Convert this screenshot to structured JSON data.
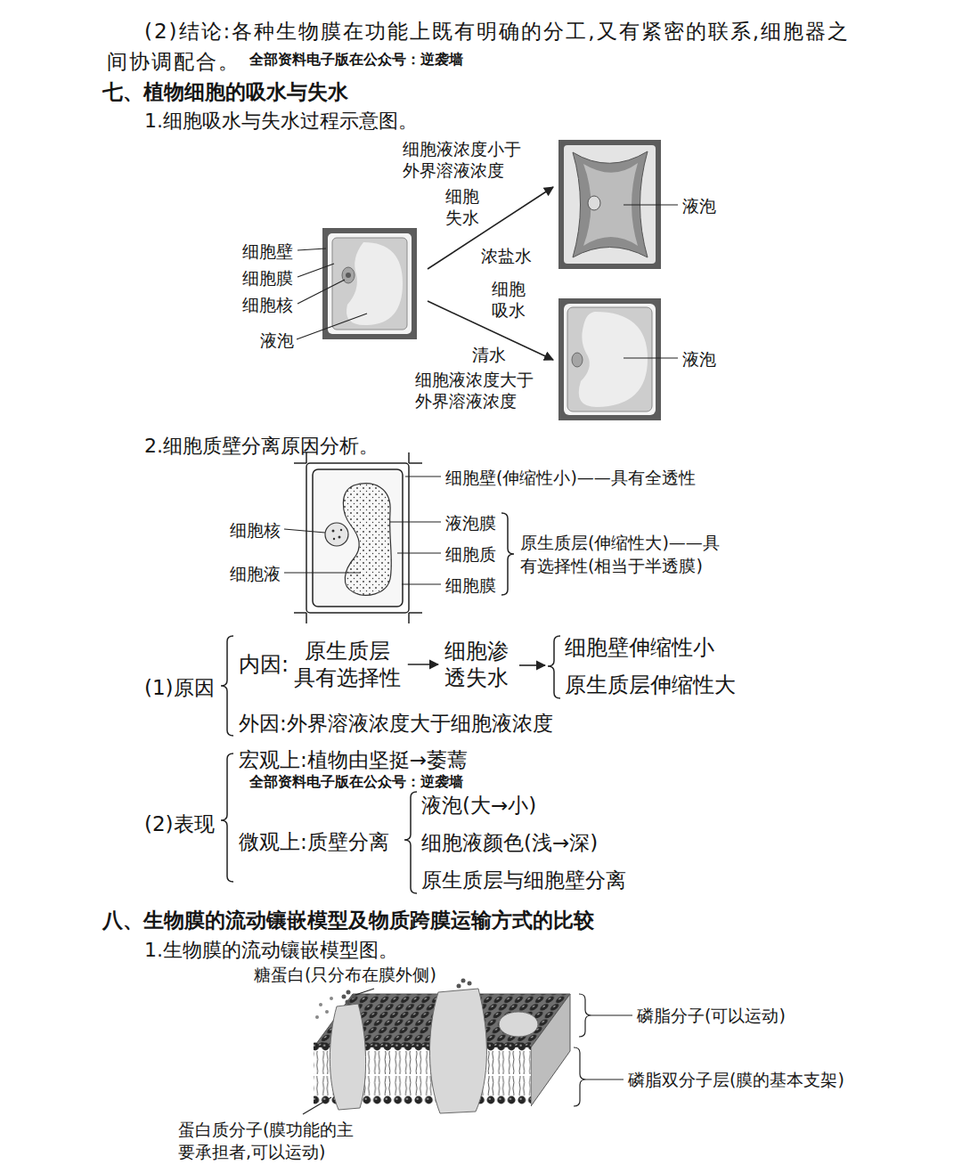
{
  "diagram": {
    "nodes": [
      {
        "text": [
          "原生质层 具有选择性"
        ]
      },
      {
        "text": [
          "细胞渗 透失水"
        ]
      }
    ],
    "edges": [
      {
        "from": 0,
        "to": 1,
        "arrow": "to"
      }
    ],
    "labels": [
      "(2)结论:各种生物膜在功能上既有明确的分工,又有紧密的联系,细胞器之间协调配合。",
      "全部资料电子版在公众号：逆袭墙",
      "七、植物细胞的吸水与失水",
      "1.细胞吸水与失水过程示意图。",
      "细胞液浓度小于 外界溶液浓度",
      "细胞 失水",
      "浓盐水",
      "液泡",
      "细胞壁",
      "细胞膜",
      "细胞核",
      "液泡",
      "细胞 吸水",
      "清水",
      "液泡",
      "细胞液浓度大于 外界溶液浓度",
      "2.细胞质壁分离原因分析。",
      "细胞壁(伸缩性小)——具有全透性",
      "细胞核",
      "细胞液",
      "液泡膜",
      "细胞质",
      "细胞膜",
      "原生质层(伸缩性大)——具有选择性(相当于半透膜)",
      "(1)原因",
      "内因:",
      "细胞壁伸缩性小",
      "原生质层伸缩性大",
      "外因:外界溶液浓度大于细胞液浓度",
      "宏观上:植物由坚挺→萎蔫",
      "全部资料电子版在公众号：逆袭墙",
      "(2)表现",
      "微观上:质壁分离",
      "液泡(大→小)",
      "细胞液颜色(浅→深)",
      "原生质层与细胞壁分离",
      "八、生物膜的流动镶嵌模型及物质跨膜运输方式的比较",
      "1.生物膜的流动镶嵌模型图。",
      "糖蛋白(只分布在膜外侧)",
      "磷脂分子(可以运动)",
      "磷脂双分子层(膜的基本支架)",
      "蛋白质分子(膜功能的主要承担者,可以运动)"
    ]
  }
}
